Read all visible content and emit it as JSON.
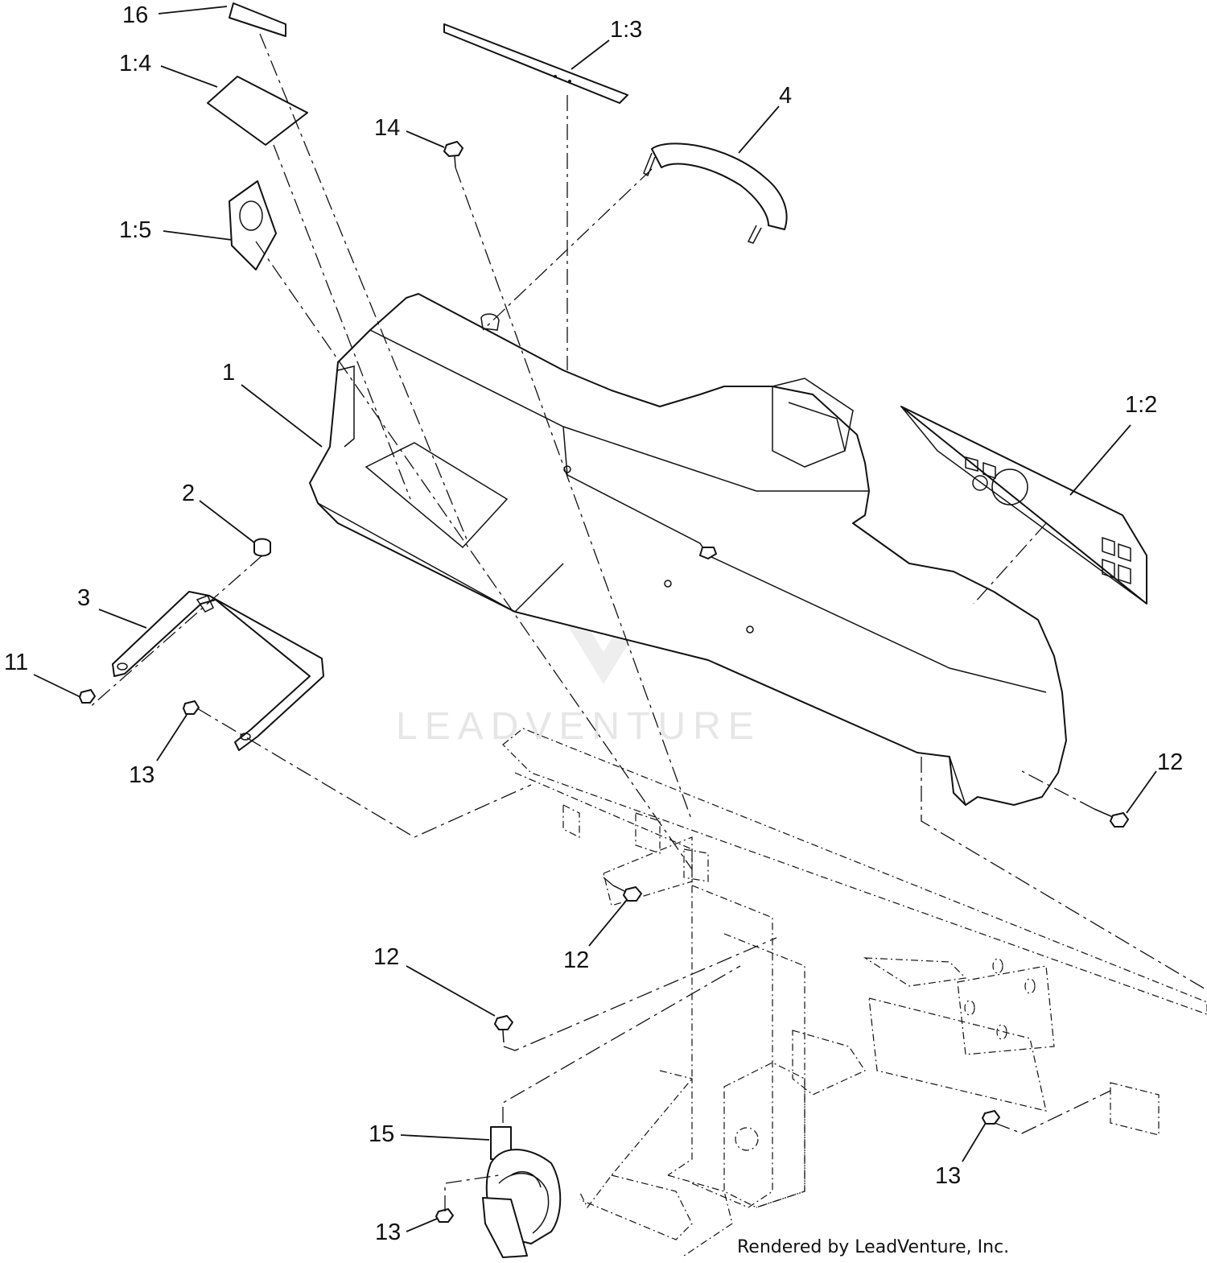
{
  "diagram": {
    "callouts": [
      {
        "id": "c16",
        "label": "16"
      },
      {
        "id": "c1-4",
        "label": "1:4"
      },
      {
        "id": "c1-3",
        "label": "1:3"
      },
      {
        "id": "c14",
        "label": "14"
      },
      {
        "id": "c4",
        "label": "4"
      },
      {
        "id": "c1-5",
        "label": "1:5"
      },
      {
        "id": "c1",
        "label": "1"
      },
      {
        "id": "c1-2",
        "label": "1:2"
      },
      {
        "id": "c2",
        "label": "2"
      },
      {
        "id": "c3",
        "label": "3"
      },
      {
        "id": "c11",
        "label": "11"
      },
      {
        "id": "c13a",
        "label": "13"
      },
      {
        "id": "c12a",
        "label": "12"
      },
      {
        "id": "c12b",
        "label": "12"
      },
      {
        "id": "c12c",
        "label": "12"
      },
      {
        "id": "c15",
        "label": "15"
      },
      {
        "id": "c13b",
        "label": "13"
      },
      {
        "id": "c13c",
        "label": "13"
      }
    ],
    "watermark": "LEADVENTURE",
    "footer": "Rendered by LeadVenture, Inc."
  }
}
